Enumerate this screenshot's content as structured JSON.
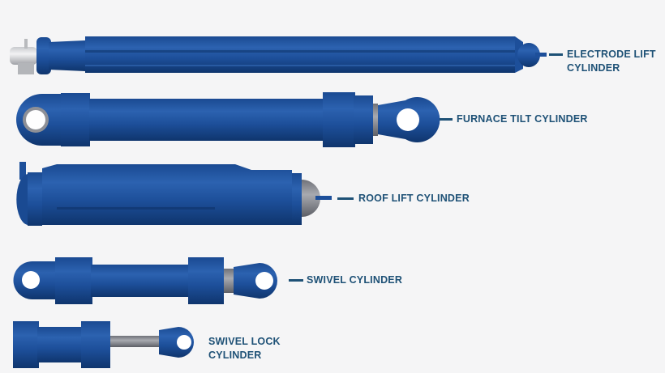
{
  "diagram": {
    "background": "#f5f5f6",
    "colors": {
      "cylinder_blue": "#1d4f9a",
      "cylinder_dark": "#123a75",
      "cylinder_light": "#2f66b5",
      "rod_gray": "#8a8c92",
      "label_text": "#1e5176"
    },
    "cylinders": [
      {
        "id": "electrode-lift",
        "label_line1": "ELECTRODE LIFT",
        "label_line2": "CYLINDER"
      },
      {
        "id": "furnace-tilt",
        "label_line1": "FURNACE TILT CYLINDER"
      },
      {
        "id": "roof-lift",
        "label_line1": "ROOF LIFT CYLINDER"
      },
      {
        "id": "swivel",
        "label_line1": "SWIVEL CYLINDER"
      },
      {
        "id": "swivel-lock",
        "label_line1": "SWIVEL LOCK",
        "label_line2": "CYLINDER"
      }
    ]
  }
}
